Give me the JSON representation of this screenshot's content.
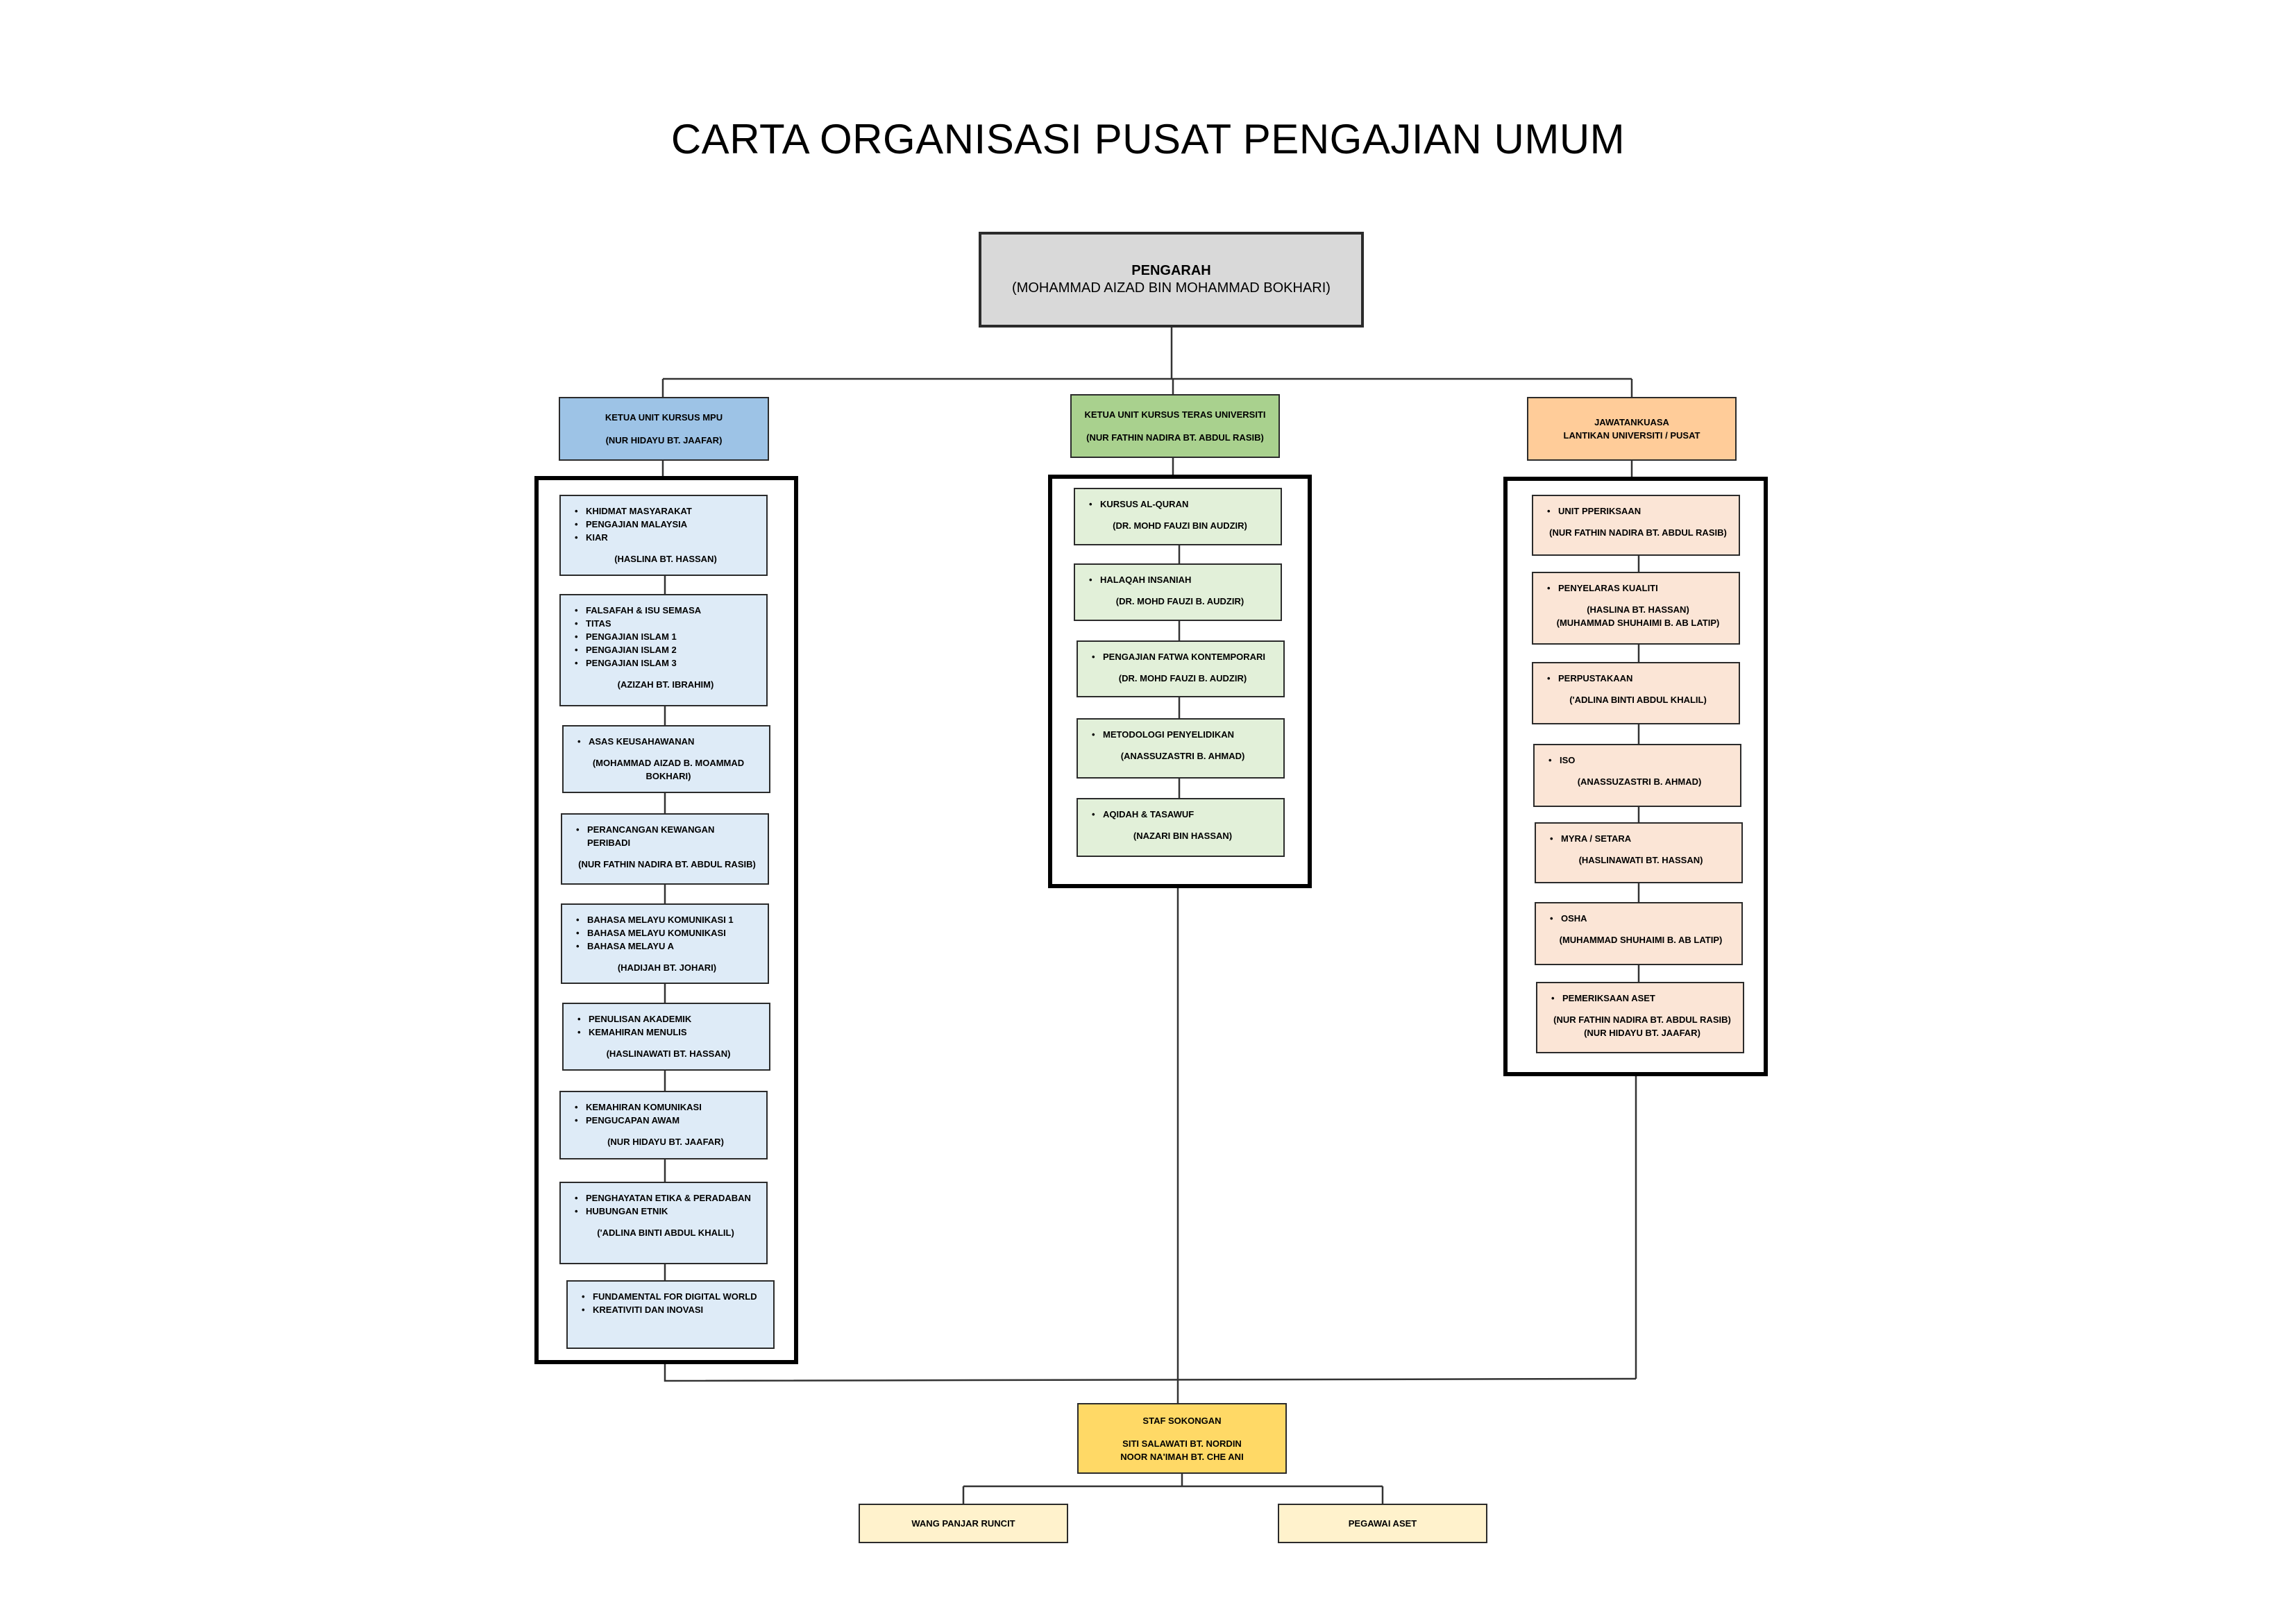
{
  "title": "CARTA ORGANISASI PUSAT PENGAJIAN UMUM",
  "colors": {
    "director": "#d9d9d9",
    "mpu_head": "#9dc3e6",
    "mpu_item": "#deebf7",
    "teras_head": "#a9d18e",
    "teras_item": "#e2f0d9",
    "jk_head": "#ffcc99",
    "jk_item": "#fbe5d6",
    "staf_head": "#ffd966",
    "staf_item": "#fff2cc"
  },
  "director": {
    "title": "PENGARAH",
    "name": "(MOHAMMAD AIZAD BIN MOHAMMAD BOKHARI)"
  },
  "mpu": {
    "head_title": "KETUA UNIT KURSUS MPU",
    "head_name": "(NUR HIDAYU BT. JAAFAR)",
    "items": [
      {
        "courses": [
          "KHIDMAT MASYARAKAT",
          "PENGAJIAN MALAYSIA",
          "KIAR"
        ],
        "person": "(HASLINA BT. HASSAN)"
      },
      {
        "courses": [
          "FALSAFAH & ISU SEMASA",
          "TITAS",
          "PENGAJIAN ISLAM 1",
          "PENGAJIAN ISLAM 2",
          "PENGAJIAN ISLAM 3"
        ],
        "person": "(AZIZAH BT. IBRAHIM)"
      },
      {
        "courses": [
          "ASAS KEUSAHAWANAN"
        ],
        "person": "(MOHAMMAD AIZAD B. MOAMMAD\nBOKHARI)"
      },
      {
        "courses": [
          "PERANCANGAN KEWANGAN PERIBADI"
        ],
        "person": "(NUR FATHIN NADIRA BT. ABDUL RASIB)"
      },
      {
        "courses": [
          "BAHASA MELAYU KOMUNIKASI 1",
          "BAHASA MELAYU KOMUNIKASI",
          "BAHASA MELAYU A"
        ],
        "person": "(HADIJAH BT. JOHARI)"
      },
      {
        "courses": [
          "PENULISAN AKADEMIK",
          "KEMAHIRAN MENULIS"
        ],
        "person": "(HASLINAWATI BT. HASSAN)"
      },
      {
        "courses": [
          "KEMAHIRAN KOMUNIKASI",
          "PENGUCAPAN AWAM"
        ],
        "person": "(NUR HIDAYU BT. JAAFAR)"
      },
      {
        "courses": [
          "PENGHAYATAN ETIKA & PERADABAN",
          "HUBUNGAN ETNIK"
        ],
        "person": "('ADLINA BINTI ABDUL KHALIL)"
      },
      {
        "courses": [
          "FUNDAMENTAL FOR DIGITAL WORLD",
          "KREATIVITI DAN INOVASI"
        ],
        "person": ""
      }
    ]
  },
  "teras": {
    "head_title": "KETUA UNIT KURSUS TERAS UNIVERSITI",
    "head_name": "(NUR FATHIN NADIRA BT. ABDUL RASIB)",
    "items": [
      {
        "courses": [
          "KURSUS AL-QURAN"
        ],
        "person": "(DR. MOHD FAUZI BIN AUDZIR)"
      },
      {
        "courses": [
          "HALAQAH INSANIAH"
        ],
        "person": "(DR. MOHD FAUZI B. AUDZIR)"
      },
      {
        "courses": [
          "PENGAJIAN FATWA KONTEMPORARI"
        ],
        "person": "(DR. MOHD FAUZI B. AUDZIR)"
      },
      {
        "courses": [
          "METODOLOGI PENYELIDIKAN"
        ],
        "person": "(ANASSUZASTRI B. AHMAD)"
      },
      {
        "courses": [
          "AQIDAH & TASAWUF"
        ],
        "person": "(NAZARI BIN HASSAN)"
      }
    ]
  },
  "jk": {
    "head_title": "JAWATANKUASA",
    "head_name": "LANTIKAN UNIVERSITI / PUSAT",
    "items": [
      {
        "courses": [
          "UNIT PPERIKSAAN"
        ],
        "person": "(NUR FATHIN NADIRA BT. ABDUL RASIB)"
      },
      {
        "courses": [
          "PENYELARAS KUALITI"
        ],
        "person": "(HASLINA BT. HASSAN)\n(MUHAMMAD SHUHAIMI B. AB LATIP)"
      },
      {
        "courses": [
          "PERPUSTAKAAN"
        ],
        "person": "('ADLINA BINTI ABDUL KHALIL)"
      },
      {
        "courses": [
          "ISO"
        ],
        "person": "(ANASSUZASTRI B. AHMAD)"
      },
      {
        "courses": [
          "MYRA / SETARA"
        ],
        "person": "(HASLINAWATI BT. HASSAN)"
      },
      {
        "courses": [
          "OSHA"
        ],
        "person": "(MUHAMMAD SHUHAIMI B. AB LATIP)"
      },
      {
        "courses": [
          "PEMERIKSAAN ASET"
        ],
        "person": "(NUR FATHIN NADIRA BT. ABDUL RASIB)\n(NUR HIDAYU BT. JAAFAR)"
      }
    ]
  },
  "staf": {
    "head_title": "STAF SOKONGAN",
    "names": "SITI SALAWATI BT. NORDIN\nNOOR NA'IMAH BT. CHE ANI",
    "sub1": "WANG PANJAR RUNCIT",
    "sub2": "PEGAWAI ASET"
  }
}
